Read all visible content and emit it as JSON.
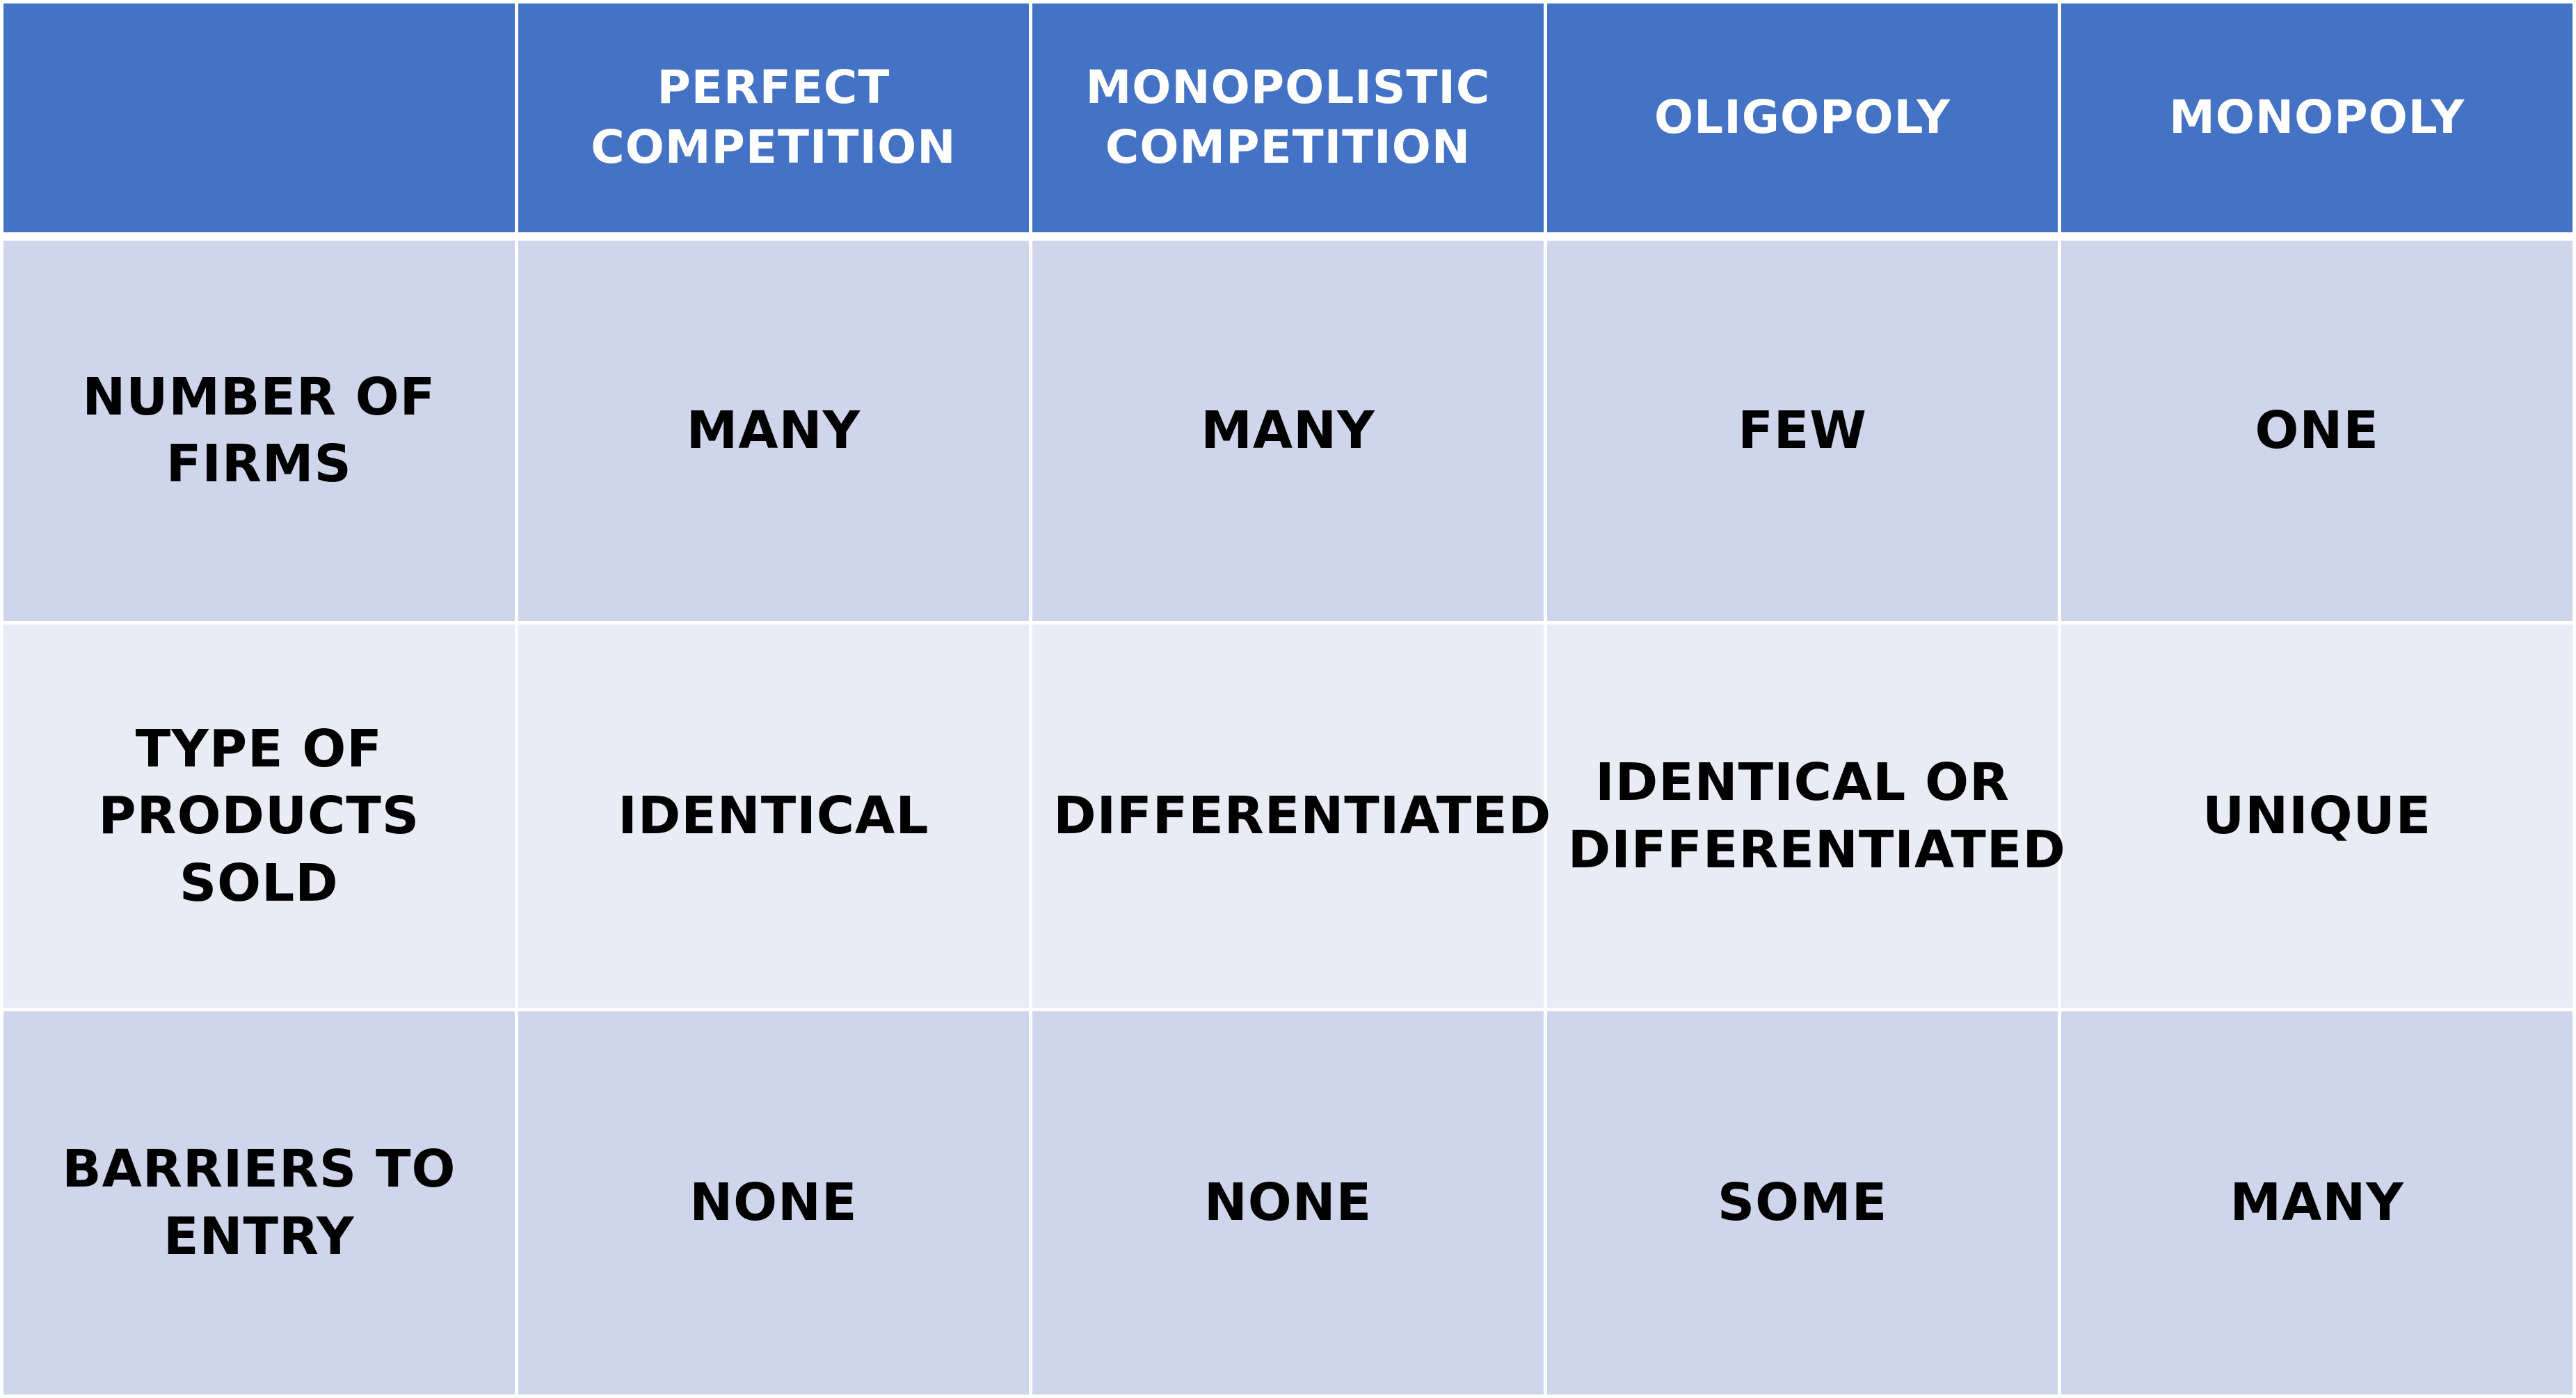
{
  "table": {
    "corner_label": "",
    "columns": [
      "PERFECT COMPETITION",
      "MONOPOLISTIC COMPETITION",
      "OLIGOPOLY",
      "MONOPOLY"
    ],
    "rows": [
      {
        "label": "NUMBER OF FIRMS",
        "cells": [
          "MANY",
          "MANY",
          "FEW",
          "ONE"
        ]
      },
      {
        "label": "TYPE OF PRODUCTS SOLD",
        "cells": [
          "IDENTICAL",
          "DIFFERENTIATED",
          "IDENTICAL OR DIFFERENTIATED",
          "UNIQUE"
        ]
      },
      {
        "label": "BARRIERS TO ENTRY",
        "cells": [
          "NONE",
          "NONE",
          "SOME",
          "MANY"
        ]
      }
    ]
  },
  "colors": {
    "header_background": "#4472c4",
    "header_text": "#ffffff",
    "row_background_dark": "#cfd5ea",
    "row_background_light": "#e9ebf5",
    "body_text": "#000000",
    "grid_lines": "#ffffff"
  }
}
